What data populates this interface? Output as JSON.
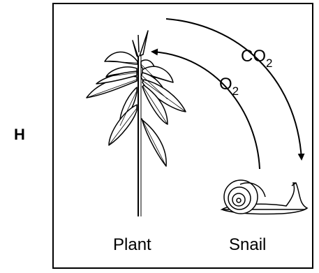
{
  "option": "H",
  "plant_label": "Plant",
  "snail_label": "Snail",
  "gas_to_snail": {
    "base": "CO",
    "subscript": "2"
  },
  "gas_to_plant": {
    "base": "O",
    "subscript": "2"
  }
}
